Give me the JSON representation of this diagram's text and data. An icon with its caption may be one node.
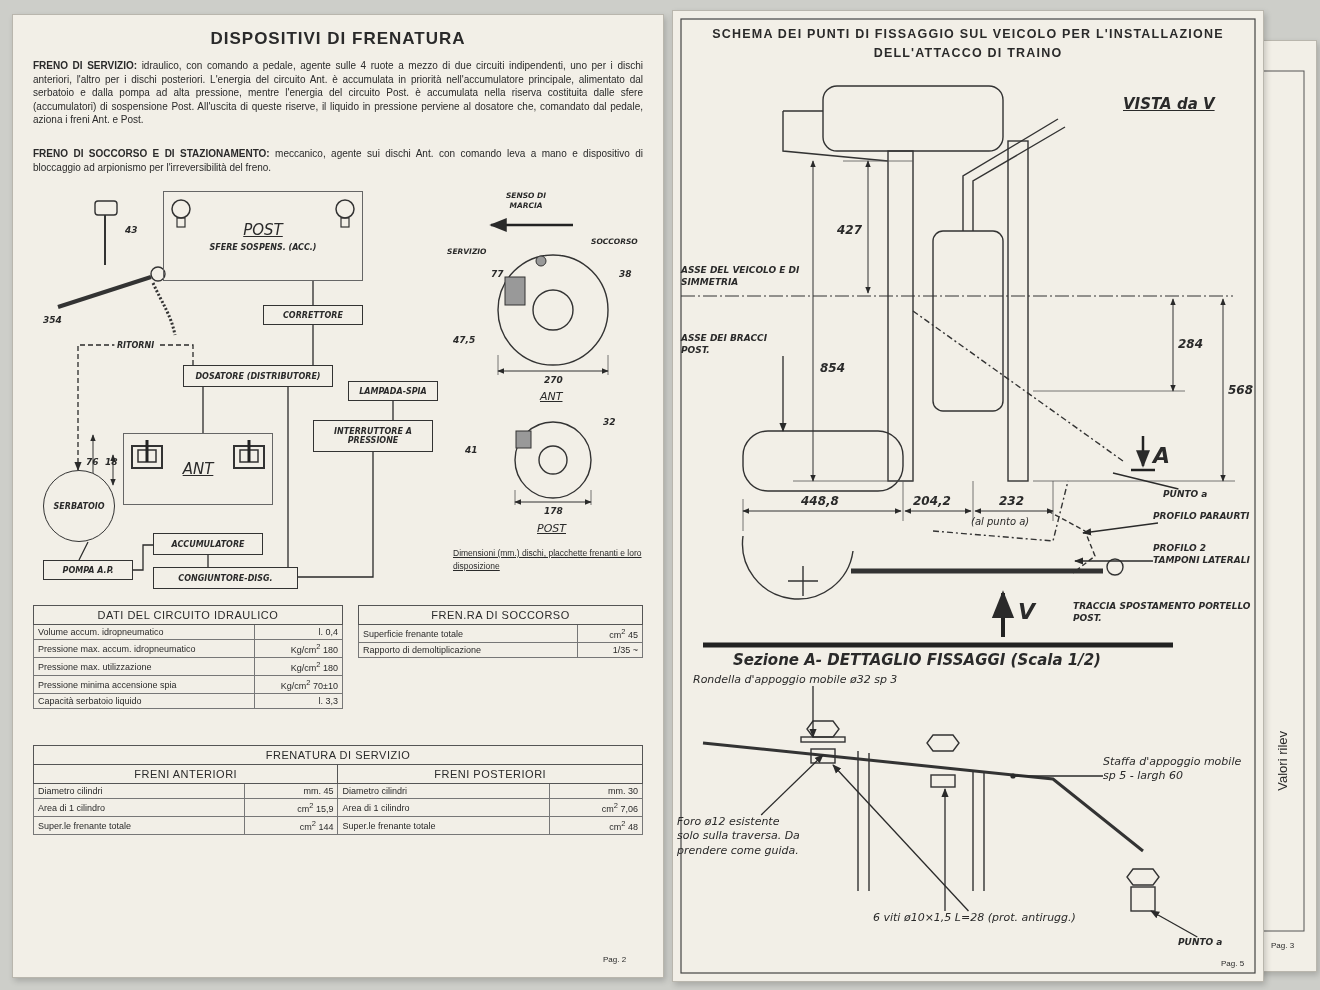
{
  "diagram": {
    "nodes": [
      {
        "text": [
          "SERBATOIO"
        ]
      },
      {
        "text": [
          "POMPA A.P."
        ]
      },
      {
        "text": [
          "ACCUMULATORE"
        ]
      },
      {
        "text": [
          "CONGIUNTORE-DISG."
        ]
      },
      {
        "text": [
          "POST",
          "SFERE SOSPENS. (ACC.)"
        ]
      },
      {
        "text": [
          "CORRETTORE"
        ]
      },
      {
        "text": [
          "DOSATORE (DISTRIBUTORE)"
        ]
      },
      {
        "text": [
          "ANT"
        ]
      },
      {
        "text": [
          "INTERRUTTORE A PRESSIONE"
        ]
      },
      {
        "text": [
          "LAMPADA-SPIA"
        ]
      },
      {
        "text": [
          "ASSE DEI BRACCI POST."
        ]
      },
      {
        "text": [
          "PUNTO a"
        ]
      },
      {
        "text": [
          "PROFILO PARAURTI"
        ]
      },
      {
        "text": [
          "PROFILO 2 TAMPONI LATERALI"
        ]
      },
      {
        "text": [
          "Rondella d'appoggio mobile ø32 sp 3"
        ]
      },
      {
        "text": [
          "Foro ø12 esistente solo sulla traversa. Da prendere come guida."
        ]
      },
      {
        "text": [
          "6 viti ø10×1,5 L=28 (prot. antirugg.)"
        ]
      },
      {
        "text": [
          "Staffa d'appoggio mobile sp 5 - largh 60"
        ]
      },
      {
        "text": [
          "PUNTO a"
        ]
      }
    ],
    "edges": [
      {
        "from": 0,
        "to": 1,
        "arrow": "none"
      },
      {
        "from": 1,
        "to": 2,
        "arrow": "none"
      },
      {
        "from": 2,
        "to": 3,
        "arrow": "none"
      },
      {
        "from": 3,
        "to": 6,
        "arrow": "none"
      },
      {
        "from": 6,
        "to": 7,
        "arrow": "none"
      },
      {
        "from": 6,
        "to": 5,
        "arrow": "none"
      },
      {
        "from": 5,
        "to": 4,
        "arrow": "none"
      },
      {
        "from": 3,
        "to": 8,
        "arrow": "none"
      },
      {
        "from": 8,
        "to": 9,
        "arrow": "none"
      },
      {
        "from": 6,
        "to": 0,
        "arrow": "to",
        "label": "RITORNI",
        "style": "dashed"
      },
      {
        "from": 10,
        "to": null,
        "arrow": "to"
      },
      {
        "from": 11,
        "to": null,
        "arrow": "none"
      },
      {
        "from": 12,
        "to": null,
        "arrow": "to"
      },
      {
        "from": 13,
        "to": null,
        "arrow": "to"
      },
      {
        "from": 14,
        "to": null,
        "arrow": "to"
      },
      {
        "from": 15,
        "to": null,
        "arrow": "to"
      },
      {
        "from": 16,
        "to": null,
        "arrow": "to"
      },
      {
        "from": 16,
        "to": null,
        "arrow": "to"
      },
      {
        "from": 17,
        "to": null,
        "arrow": "other"
      },
      {
        "from": 18,
        "to": null,
        "arrow": "to"
      }
    ],
    "labels": [
      "DISPOSITIVI DI FRENATURA",
      "**FRENO DI SERVIZIO:** idraulico, con comando a pedale, agente sulle 4 ruote a mezzo di due circuiti indipendenti, uno per i dischi anteriori, l'altro per i dischi posteriori. L'energia del circuito Ant. è accumulata in priorità nell'accumulatore principale, alimentato dal serbatoio e dalla pompa ad alta pressione, mentre l'energia del circuito Post. è accumulata nella riserva costituita dalle sfere (accumulatori) di sospensione Post. All'uscita di queste riserve, il liquido in pressione perviene al dosatore che, comandato dal pedale, aziona i freni Ant. e Post.",
      "**FRENO DI SOCCORSO E DI STAZIONAMENTO:** meccanico, agente sui dischi Ant. con comando leva a mano e dispositivo di bloccaggio ad arpionismo per l'irreversibilità del freno.",
      "354",
      "43",
      "76",
      "18",
      "SENSO DI MARCIA",
      "SERVIZIO",
      "SOCCORSO",
      "77",
      "38",
      "47,5",
      "270",
      "ANT",
      "32",
      "41",
      "178",
      "POST",
      "Dimensioni (mm.) dischi, placchette frenanti e loro disposizione",
      "DATI DEL CIRCUITO IDRAULICO",
      "Volume accum. idropneumatico",
      "l. 0,4",
      "Pressione max. accum. idropneumatico",
      "Kg/cm$^{2}$ 180",
      "Pressione max. utilizzazione",
      "Kg/cm$^{2}$ 180",
      "Pressione minima accensione spia",
      "Kg/cm$^{2}$ 70±10",
      "Capacità serbatoio liquido",
      "l. 3,3",
      "FREN.RA DI SOCCORSO",
      "Superficie frenante totale",
      "cm$^{2}$ 45",
      "Rapporto di demoltiplicazione",
      "1/35 ~",
      "FRENATURA DI SERVIZIO",
      "FRENI ANTERIORI",
      "FRENI POSTERIORI",
      "Diametro cilindri",
      "mm. 45",
      "Diametro cilindri",
      "mm. 30",
      "Area di 1 cilindro",
      "cm$^{2}$ 15,9",
      "Area di 1 cilindro",
      "cm$^{2}$ 7,06",
      "Super.le frenante totale",
      "cm$^{2}$ 144",
      "Super.le frenante totale",
      "cm$^{2}$ 48",
      "Pag. 2",
      "SCHEMA DEI PUNTI DI FISSAGGIO SUL VEICOLO PER L'INSTALLAZIONE DELL'ATTACCO DI TRAINO",
      "VISTA da V",
      "427",
      "ASSE DEL VEICOLO E DI SIMMETRIA",
      "854",
      "284",
      "A",
      "568",
      "448,8",
      "204,2",
      "232",
      "(al punto a)",
      "V",
      "TRACCIA SPOSTAMENTO PORTELLO POST.",
      "Sezione A- DETTAGLIO FISSAGGI (Scala 1/2)",
      "Pag. 5",
      "Valori rilev",
      "Pag. 3"
    ]
  }
}
